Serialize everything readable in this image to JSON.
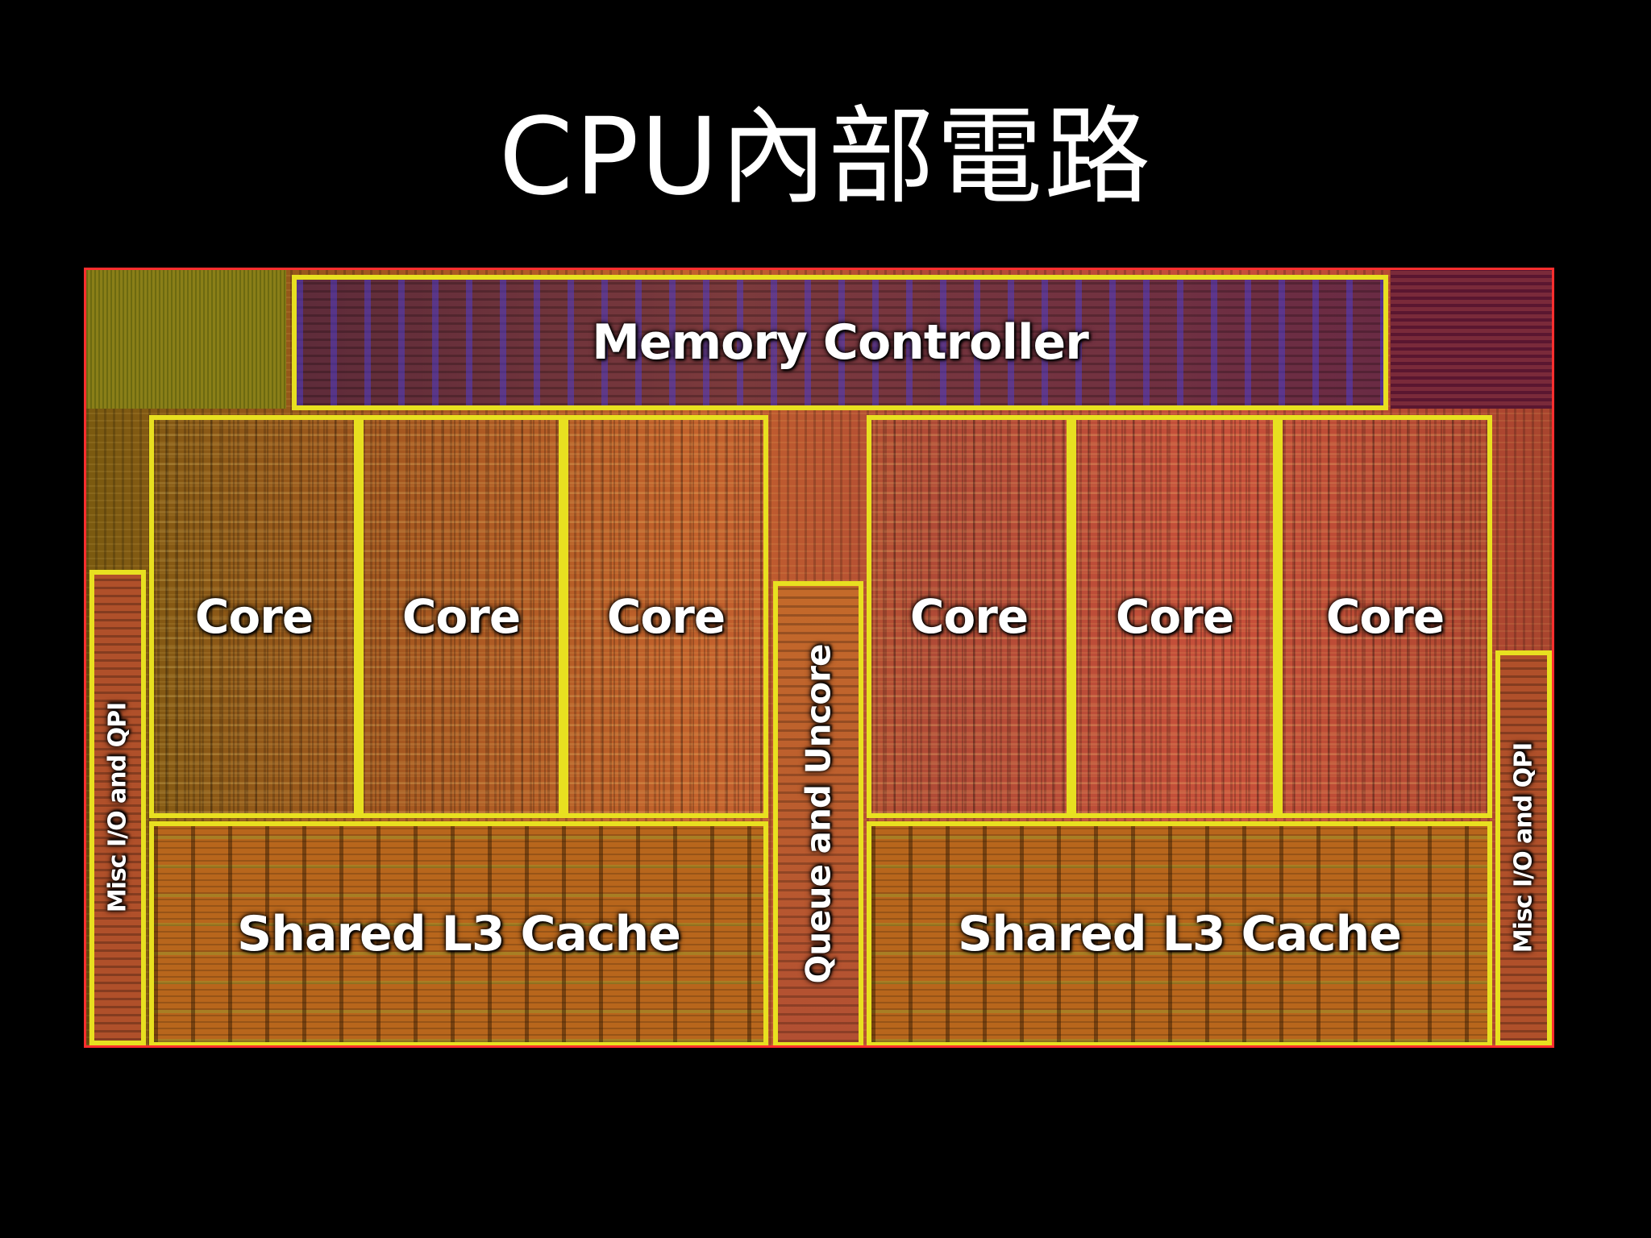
{
  "slide": {
    "title": "CPU內部電路"
  },
  "die": {
    "memory_controller": "Memory Controller",
    "cores": [
      "Core",
      "Core",
      "Core",
      "Core",
      "Core",
      "Core"
    ],
    "caches": [
      "Shared L3 Cache",
      "Shared L3 Cache"
    ],
    "queue": "Queue and Uncore",
    "misc_left": "Misc I/O and QPI",
    "misc_right": "Misc I/O and QPI"
  },
  "colors": {
    "background": "#000000",
    "block_border": "#e8e020",
    "die_border": "#ff2e2e",
    "title_text": "#ffffff"
  }
}
